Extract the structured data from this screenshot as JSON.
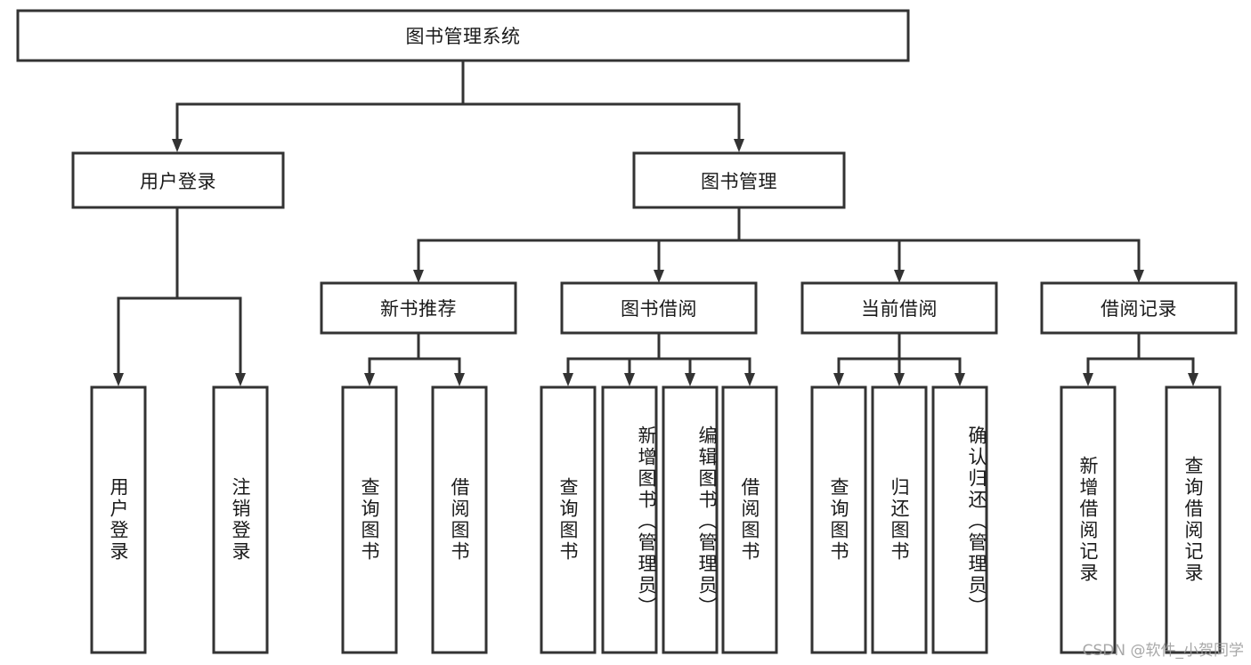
{
  "diagram": {
    "type": "tree-hierarchy",
    "title": "图书管理系统",
    "orientation": "top-down",
    "background_color": "#ffffff",
    "line_color": "#333333",
    "box_fill": "#ffffff",
    "text_color": "#1a1a1a"
  },
  "nodes": {
    "root": {
      "label": "图书管理系统",
      "level": 0,
      "text_direction": "horizontal"
    },
    "level1": [
      {
        "id": "user-login",
        "label": "用户登录",
        "text_direction": "horizontal"
      },
      {
        "id": "book-manage",
        "label": "图书管理",
        "text_direction": "horizontal"
      }
    ],
    "level2": [
      {
        "id": "new-book-recommend",
        "label": "新书推荐",
        "parent": "book-manage",
        "text_direction": "horizontal"
      },
      {
        "id": "book-borrow",
        "label": "图书借阅",
        "parent": "book-manage",
        "text_direction": "horizontal"
      },
      {
        "id": "current-borrow",
        "label": "当前借阅",
        "parent": "book-manage",
        "text_direction": "horizontal"
      },
      {
        "id": "borrow-record",
        "label": "借阅记录",
        "parent": "book-manage",
        "text_direction": "horizontal"
      }
    ],
    "leaves": [
      {
        "id": "leaf-user-login",
        "label": "用户登录",
        "parent": "user-login",
        "text_direction": "vertical"
      },
      {
        "id": "leaf-user-logout",
        "label": "注销登录",
        "parent": "user-login",
        "text_direction": "vertical"
      },
      {
        "id": "leaf-query-book-1",
        "label": "查询图书",
        "parent": "new-book-recommend",
        "text_direction": "vertical"
      },
      {
        "id": "leaf-borrow-book-1",
        "label": "借阅图书",
        "parent": "new-book-recommend",
        "text_direction": "vertical"
      },
      {
        "id": "leaf-query-book-2",
        "label": "查询图书",
        "parent": "book-borrow",
        "text_direction": "vertical"
      },
      {
        "id": "leaf-add-book",
        "label": "新增图书（管理员）",
        "parent": "book-borrow",
        "text_direction": "vertical"
      },
      {
        "id": "leaf-edit-book",
        "label": "编辑图书（管理员）",
        "parent": "book-borrow",
        "text_direction": "vertical"
      },
      {
        "id": "leaf-borrow-book-2",
        "label": "借阅图书",
        "parent": "book-borrow",
        "text_direction": "vertical"
      },
      {
        "id": "leaf-query-book-3",
        "label": "查询图书",
        "parent": "current-borrow",
        "text_direction": "vertical"
      },
      {
        "id": "leaf-return-book",
        "label": "归还图书",
        "parent": "current-borrow",
        "text_direction": "vertical"
      },
      {
        "id": "leaf-confirm-return",
        "label": "确认归还（管理员）",
        "parent": "current-borrow",
        "text_direction": "vertical"
      },
      {
        "id": "leaf-add-record",
        "label": "新增借阅记录",
        "parent": "borrow-record",
        "text_direction": "vertical"
      },
      {
        "id": "leaf-query-record",
        "label": "查询借阅记录",
        "parent": "borrow-record",
        "text_direction": "vertical"
      }
    ]
  },
  "watermark": {
    "text": "CSDN @软件_小贺同学"
  }
}
